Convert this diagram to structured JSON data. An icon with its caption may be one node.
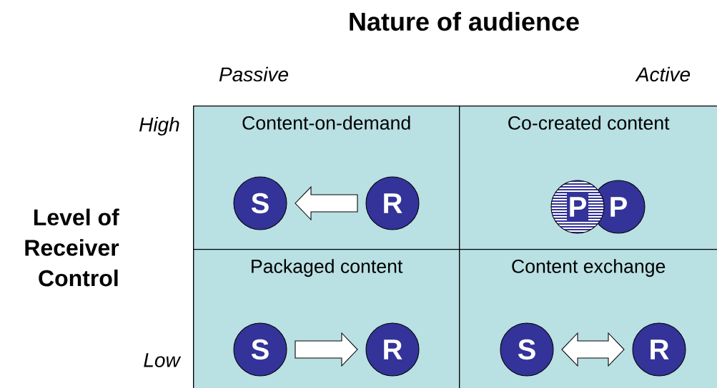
{
  "diagram": {
    "title": "Nature of audience",
    "nodes": [
      {
        "text": [
          "Content-on-demand"
        ]
      },
      {
        "text": [
          "S"
        ],
        "in": 0
      },
      {
        "text": [
          "R"
        ],
        "in": 0
      },
      {
        "text": [
          "Co-created content"
        ]
      },
      {
        "text": [
          "P"
        ],
        "in": 3
      },
      {
        "text": [
          "P"
        ],
        "in": 3
      },
      {
        "text": [
          "Packaged content"
        ]
      },
      {
        "text": [
          "S"
        ],
        "in": 6
      },
      {
        "text": [
          "R"
        ],
        "in": 6
      },
      {
        "text": [
          "Content exchange"
        ]
      },
      {
        "text": [
          "S"
        ],
        "in": 9
      },
      {
        "text": [
          "R"
        ],
        "in": 9
      }
    ],
    "edges": [
      {
        "from": 2,
        "to": 1,
        "arrow": "to"
      },
      {
        "from": 7,
        "to": 8,
        "arrow": "to"
      },
      {
        "from": 10,
        "to": 11,
        "arrow": "both"
      }
    ],
    "labels": [
      "Passive",
      "Active",
      "High",
      "Level of Receiver Control",
      "Low"
    ]
  }
}
